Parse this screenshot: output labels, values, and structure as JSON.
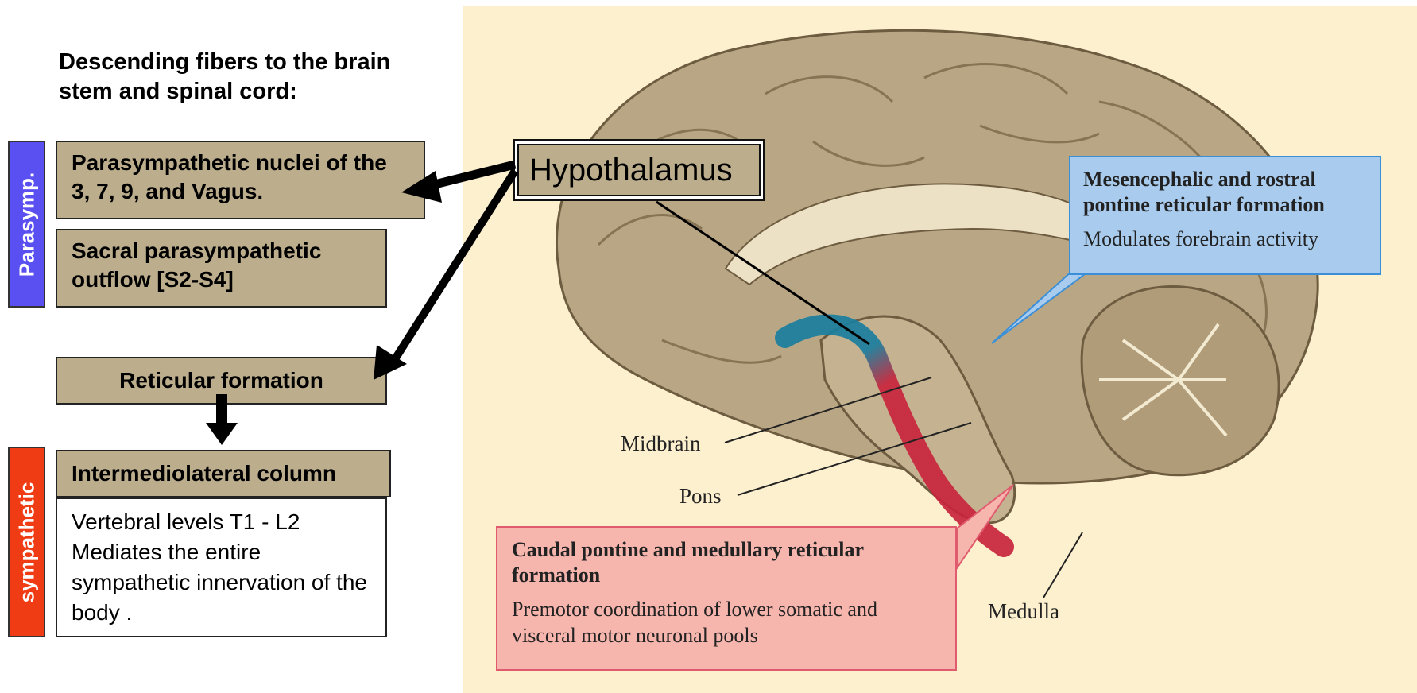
{
  "heading": "Descending fibers to the brain stem and spinal cord:",
  "sidebar_parasymp": "Parasymp.",
  "sidebar_sympathetic": "sympathetic",
  "boxes": {
    "parasymp_nuclei": "Parasympathetic nuclei of the 3, 7, 9, and Vagus.",
    "sacral": "Sacral parasympathetic outflow [S2-S4]",
    "reticular": "Reticular formation",
    "iml": "Intermediolateral column",
    "iml_desc": "Vertebral levels T1 - L2 Mediates the entire sympathetic innervation of the body ."
  },
  "hypothalamus": "Hypothalamus",
  "callouts": {
    "mesencephalic_title": "Mesencephalic and rostral pontine reticular formation",
    "mesencephalic_body": "Modulates forebrain activity",
    "caudal_title": "Caudal pontine and medullary reticular formation",
    "caudal_body": "Premotor coordination of lower somatic and visceral motor neuronal pools"
  },
  "labels": {
    "midbrain": "Midbrain",
    "pons": "Pons",
    "medulla": "Medulla"
  },
  "colors": {
    "parasymp_sidebar": "#5a4ff0",
    "sympathetic_sidebar": "#f03c14",
    "box_fill": "#bcae8c",
    "figure_background": "#fdf0cf",
    "rostral_highlight": "#1a7e9e",
    "caudal_highlight": "#c8243c"
  }
}
